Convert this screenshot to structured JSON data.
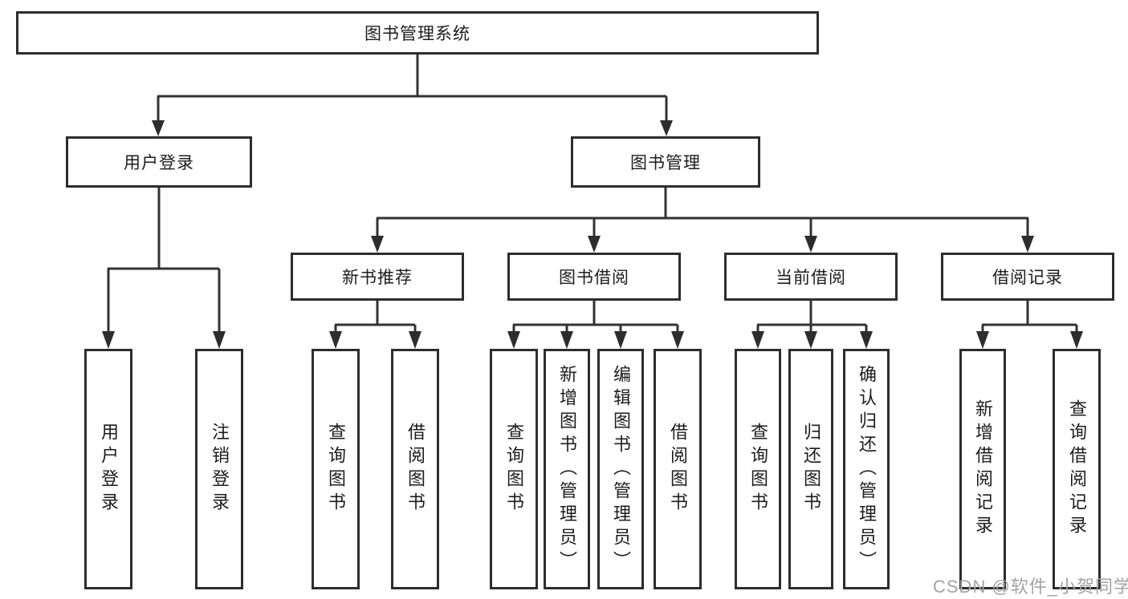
{
  "diagram": {
    "root": "图书管理系统",
    "user_login": {
      "label": "用户登录",
      "children": [
        "用户登录",
        "注销登录"
      ]
    },
    "book_management": {
      "label": "图书管理",
      "sections": [
        {
          "label": "新书推荐",
          "children": [
            "查询图书",
            "借阅图书"
          ]
        },
        {
          "label": "图书借阅",
          "children": [
            "查询图书",
            "新增图书（管理员）",
            "编辑图书（管理员）",
            "借阅图书"
          ]
        },
        {
          "label": "当前借阅",
          "children": [
            "查询图书",
            "归还图书",
            "确认归还（管理员）"
          ]
        },
        {
          "label": "借阅记录",
          "children": [
            "新增借阅记录",
            "查询借阅记录"
          ]
        }
      ]
    }
  },
  "watermark": "CSDN @软件_小贺同学",
  "colors": {
    "line": "#333333",
    "box_border": "#2d2d2d",
    "text": "#1c1c1c",
    "watermark": "#a3a3a3"
  }
}
